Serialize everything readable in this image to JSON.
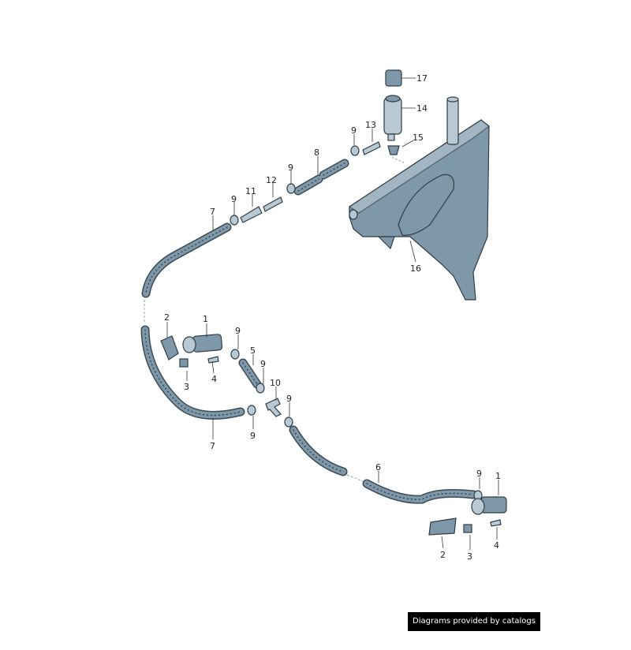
{
  "footer": {
    "text": "Diagrams provided by catalogs parts"
  },
  "colors": {
    "part": "#7f98a9",
    "outline": "#2f3d47",
    "footer_bg": "#000000"
  },
  "callouts": [
    "17",
    "14",
    "13",
    "9",
    "15",
    "8",
    "9",
    "12",
    "11",
    "9",
    "7",
    "16",
    "2",
    "1",
    "9",
    "5",
    "9",
    "10",
    "3",
    "4",
    "9",
    "9",
    "7",
    "6",
    "9",
    "1",
    "2",
    "3",
    "4"
  ]
}
